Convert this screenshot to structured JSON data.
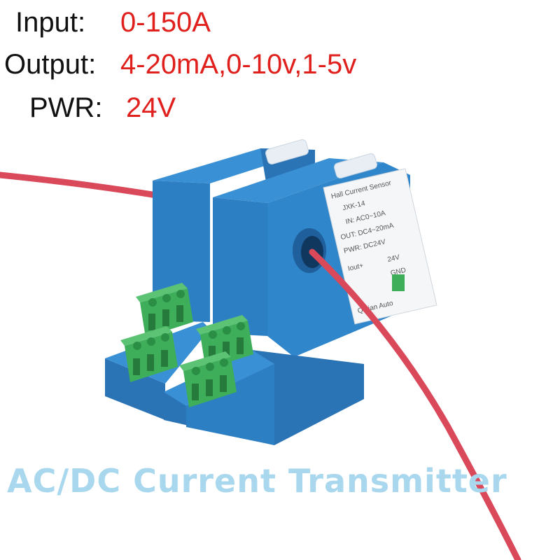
{
  "specs": [
    {
      "label": "Input:",
      "value": "0-150A"
    },
    {
      "label": "Output:",
      "value": "4-20mA,0-10v,1-5v"
    },
    {
      "label": "PWR:",
      "value": "24V"
    }
  ],
  "product_label": {
    "line1": "Hall Current Sensor",
    "line2": "JXK-14",
    "line3": "IN: AC0~10A",
    "line4": "OUT: DC4~20mA",
    "line5": "PWR: DC24V",
    "line6": "Iout+",
    "line7": "24V",
    "line8": "GND",
    "line9": "Qidian Auto"
  },
  "caption": "AC/DC Current Transmitter",
  "colors": {
    "spec_value": "#e0201c",
    "caption": "#a9d8ee",
    "housing": "#2d7fc4",
    "housing_dark": "#1f5f9c",
    "terminal": "#3fae5a",
    "wire": "#d9495a"
  }
}
